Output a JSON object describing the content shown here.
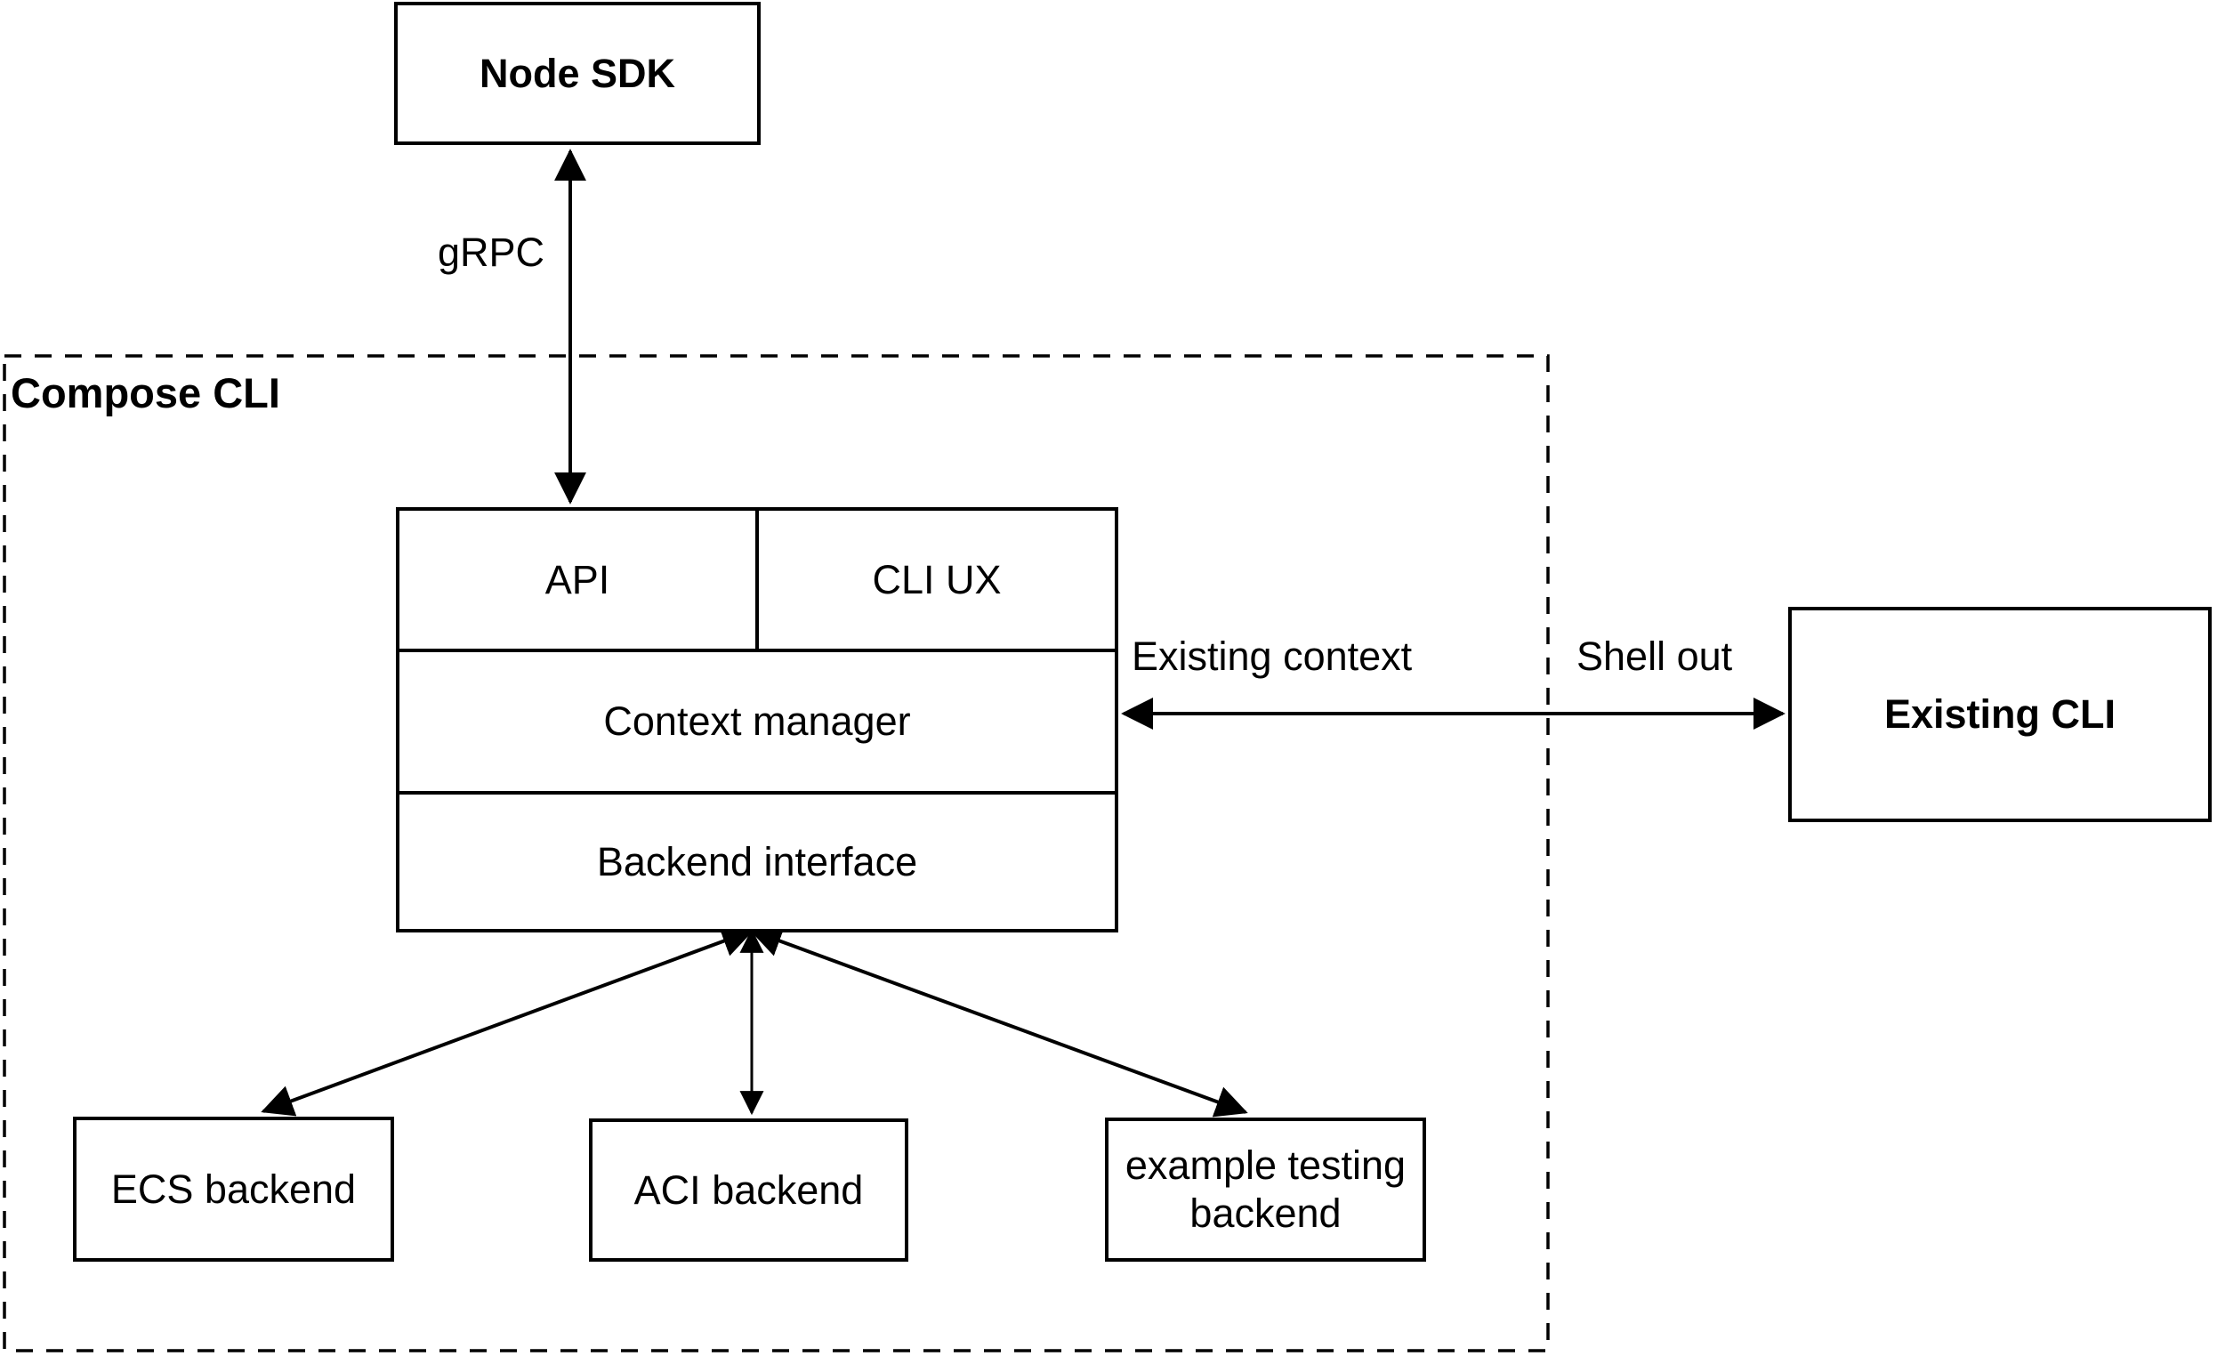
{
  "diagram": {
    "colors": {
      "stroke": "#000000",
      "background": "#ffffff",
      "text": "#000000"
    },
    "container": {
      "label": "Compose CLI",
      "border_style": "dashed"
    },
    "nodes": {
      "node_sdk": {
        "label": "Node SDK",
        "emphasis": "bold"
      },
      "stack": {
        "api": {
          "label": "API"
        },
        "cli_ux": {
          "label": "CLI UX"
        },
        "context_manager": {
          "label": "Context manager"
        },
        "backend_interface": {
          "label": "Backend interface"
        }
      },
      "existing_cli": {
        "label": "Existing CLI",
        "emphasis": "bold"
      },
      "backends": {
        "ecs": {
          "label": "ECS backend"
        },
        "aci": {
          "label": "ACI backend"
        },
        "example": {
          "label": "example testing backend"
        }
      }
    },
    "edges": {
      "grpc": {
        "label": "gRPC",
        "from": "Node SDK",
        "to": "API",
        "direction": "bidirectional"
      },
      "existing_context": {
        "label": "Existing context",
        "from": "Context manager",
        "to": "Existing CLI",
        "direction": "bidirectional"
      },
      "shell_out": {
        "label": "Shell out",
        "from": "Context manager",
        "to": "Existing CLI",
        "direction": "bidirectional"
      },
      "backend_to_ecs": {
        "label": "",
        "from": "Backend interface",
        "to": "ECS backend",
        "direction": "bidirectional"
      },
      "backend_to_aci": {
        "label": "",
        "from": "Backend interface",
        "to": "ACI backend",
        "direction": "bidirectional"
      },
      "backend_to_example": {
        "label": "",
        "from": "Backend interface",
        "to": "example testing backend",
        "direction": "bidirectional"
      }
    }
  }
}
